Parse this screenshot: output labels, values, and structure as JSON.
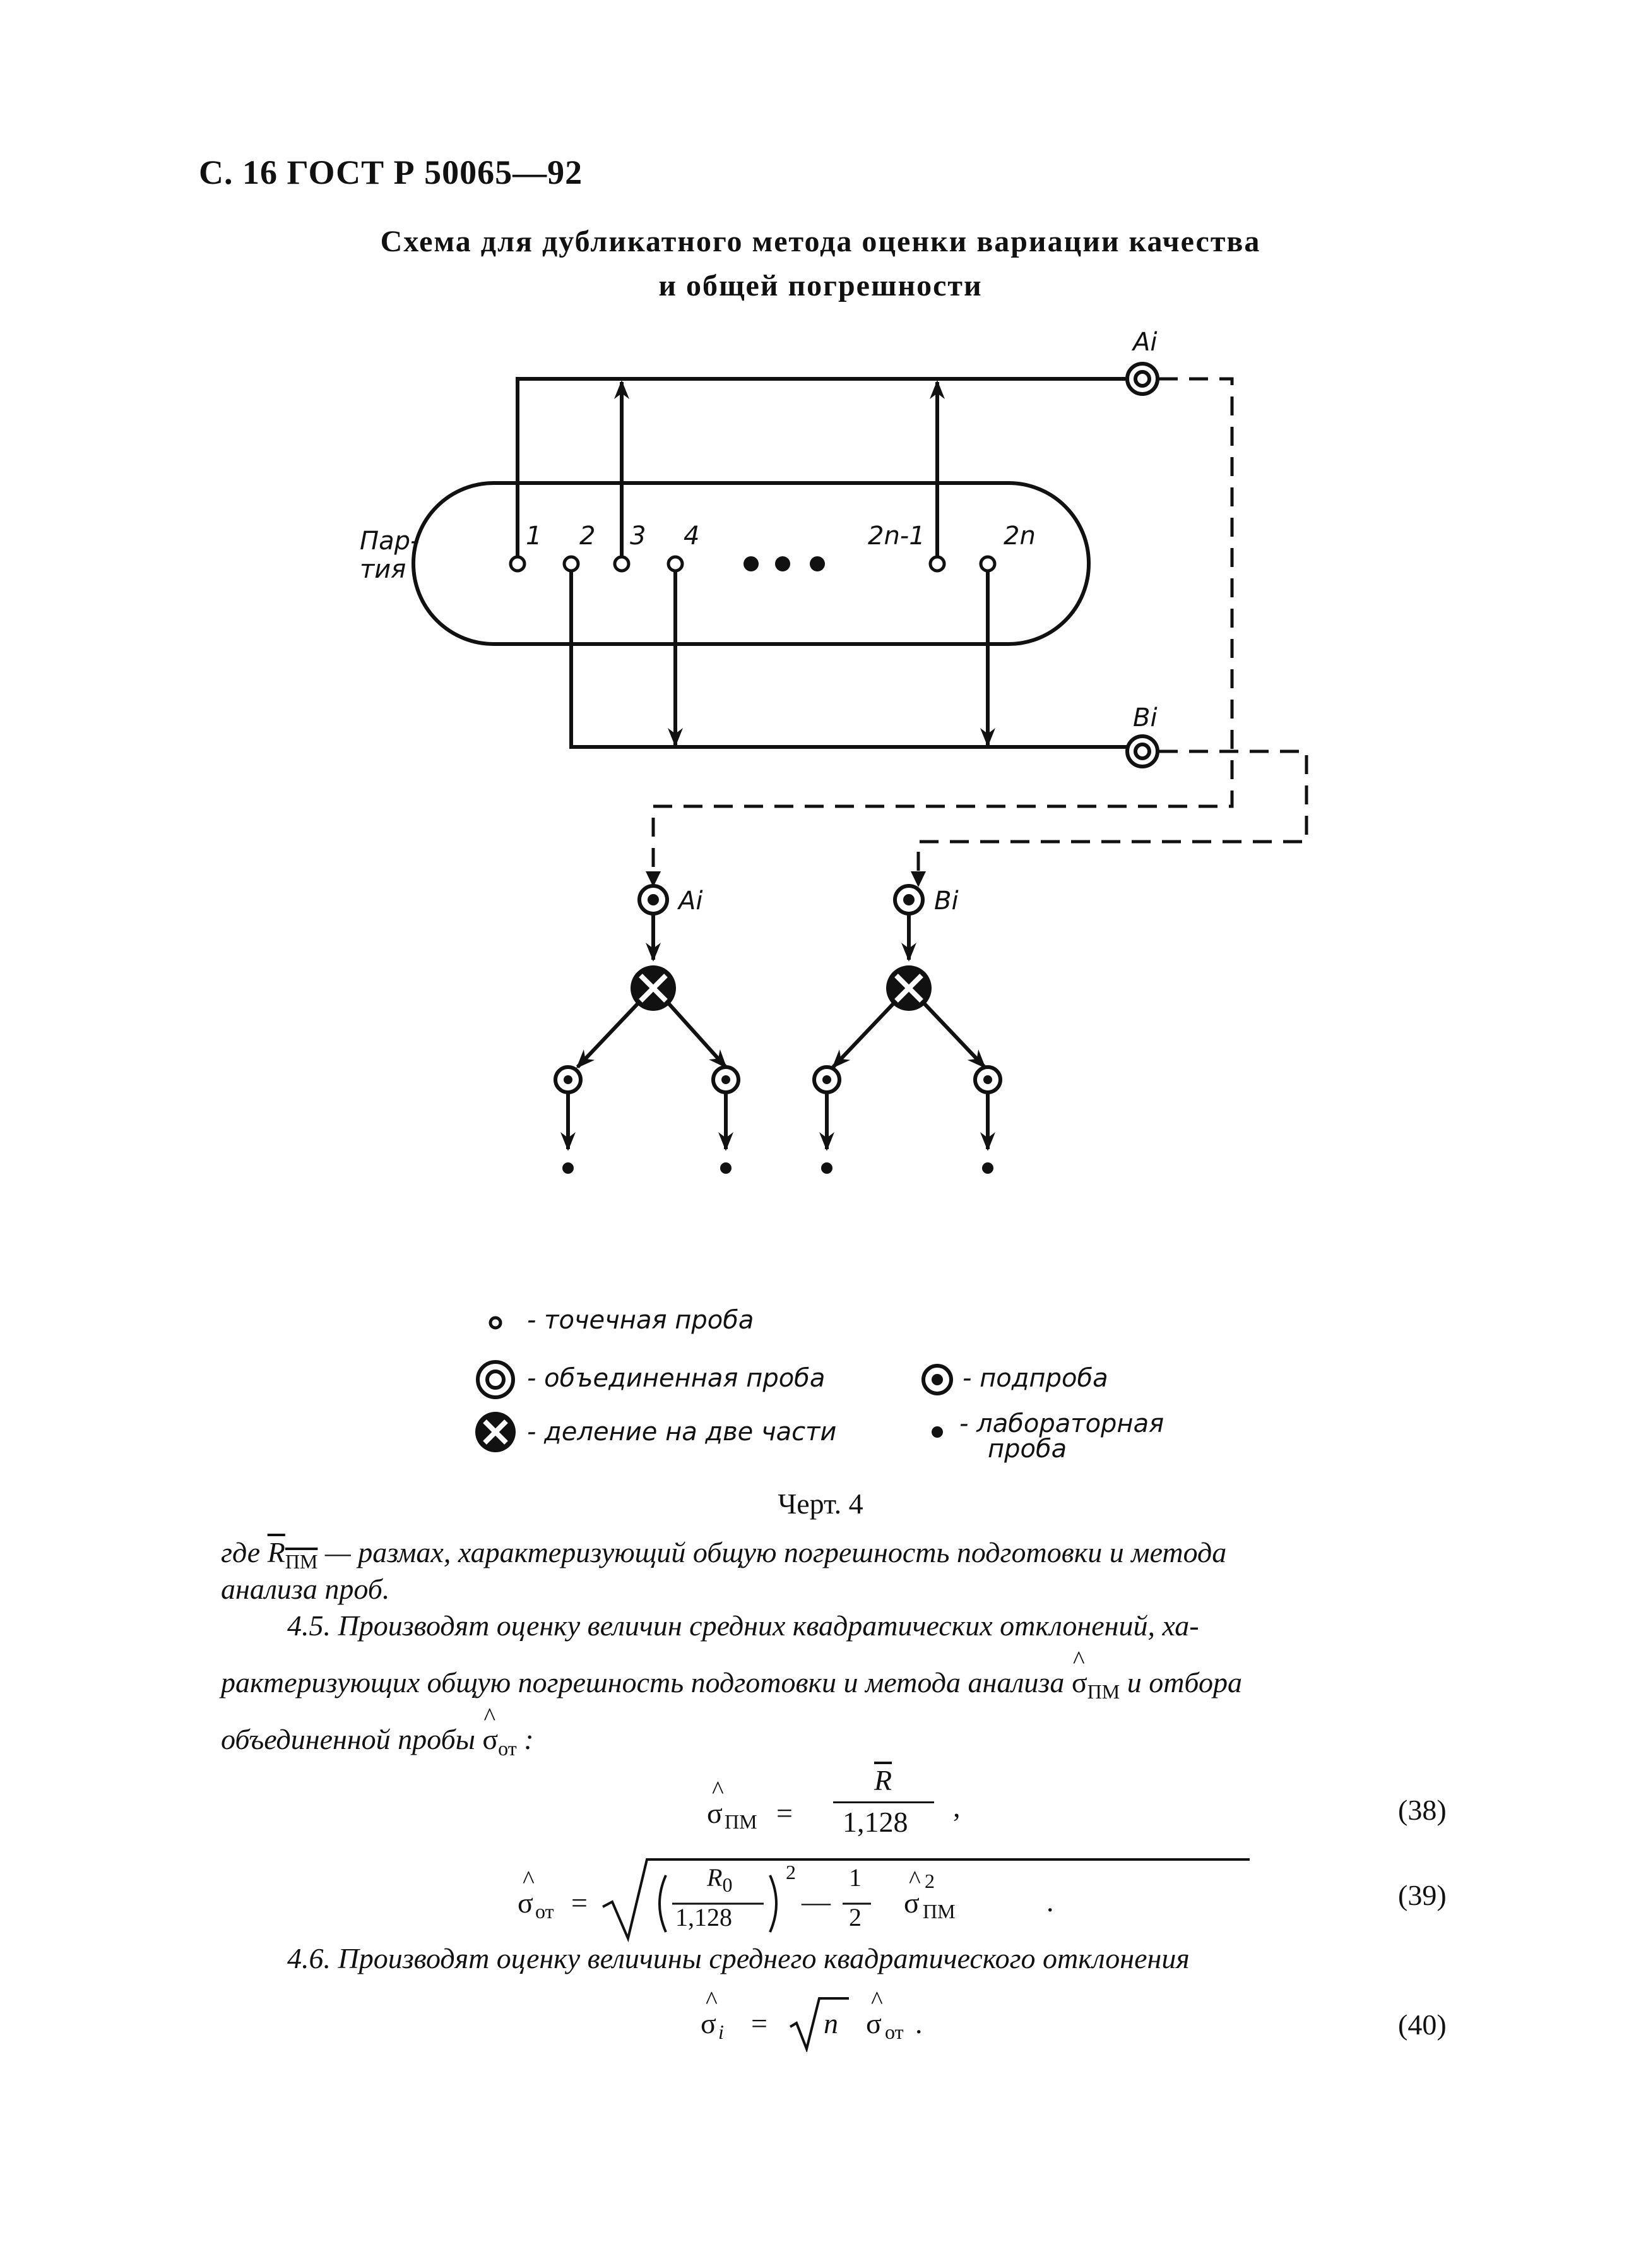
{
  "header": {
    "text": "С. 16 ГОСТ Р 50065—92"
  },
  "title": {
    "line1": "Схема для дубликатного метода оценки вариации качества",
    "line2": "и общей погрешности"
  },
  "diagram": {
    "lot_label_line1": "Пар-",
    "lot_label_line2": "тия",
    "sample_labels": [
      "1",
      "2",
      "3",
      "4",
      "2n-1",
      "2n"
    ],
    "ellipsis": "• • •",
    "top_node_label": "Ai",
    "bottom_node_label": "Bi",
    "branch_a_label": "Ai",
    "branch_b_label": "Bi"
  },
  "legend": {
    "point_sample": "- точечная проба",
    "combined_sample": "- объединенная проба",
    "sub_sample": "- подпроба",
    "division": "- деление на две части",
    "lab_sample_line1": "- лабораторная",
    "lab_sample_line2": "проба"
  },
  "caption": "Черт. 4",
  "text": {
    "where_prefix": "где",
    "where_symbol": "R",
    "where_sub": "ПМ",
    "where_line1_rest": "— размах, характеризующий общую погрешность подготовки и метода",
    "where_line2": "анализа проб.",
    "p45_line1": "4.5. Производят оценку величин средних квадратических отклонений, ха-",
    "p45_line2_text": "рактеризующих общую погрешность подготовки и метода анализа",
    "p45_line2_sym": "σ",
    "p45_line2_sub": "ПМ",
    "p45_line2_tail": "и отбора",
    "p45_line3_text": "объединенной пробы",
    "p45_line3_sym": "σ",
    "p45_line3_sub": "от",
    "p45_line3_tail": ":",
    "p46": "4.6. Производят оценку величины среднего квадратического отклонения"
  },
  "equations": {
    "eq38": {
      "lhs_sym": "σ",
      "lhs_sub": "ПМ",
      "eq": "=",
      "num": "R",
      "den": "1,128",
      "tail": ",",
      "number": "(38)"
    },
    "eq39": {
      "lhs_sym": "σ",
      "lhs_sub": "от",
      "eq": "=",
      "num": "R",
      "num_sub": "0",
      "den": "1,128",
      "power": "2",
      "minus": "—",
      "half_num": "1",
      "half_den": "2",
      "sig_sym": "σ",
      "sig_sup": "2",
      "sig_sub": "ПМ",
      "tail": ".",
      "number": "(39)"
    },
    "eq40": {
      "lhs_sym": "σ",
      "lhs_sub": "i",
      "eq": "=",
      "root_arg": "n",
      "rhs_sym": "σ",
      "rhs_sub": "от",
      "tail": ".",
      "number": "(40)"
    }
  }
}
